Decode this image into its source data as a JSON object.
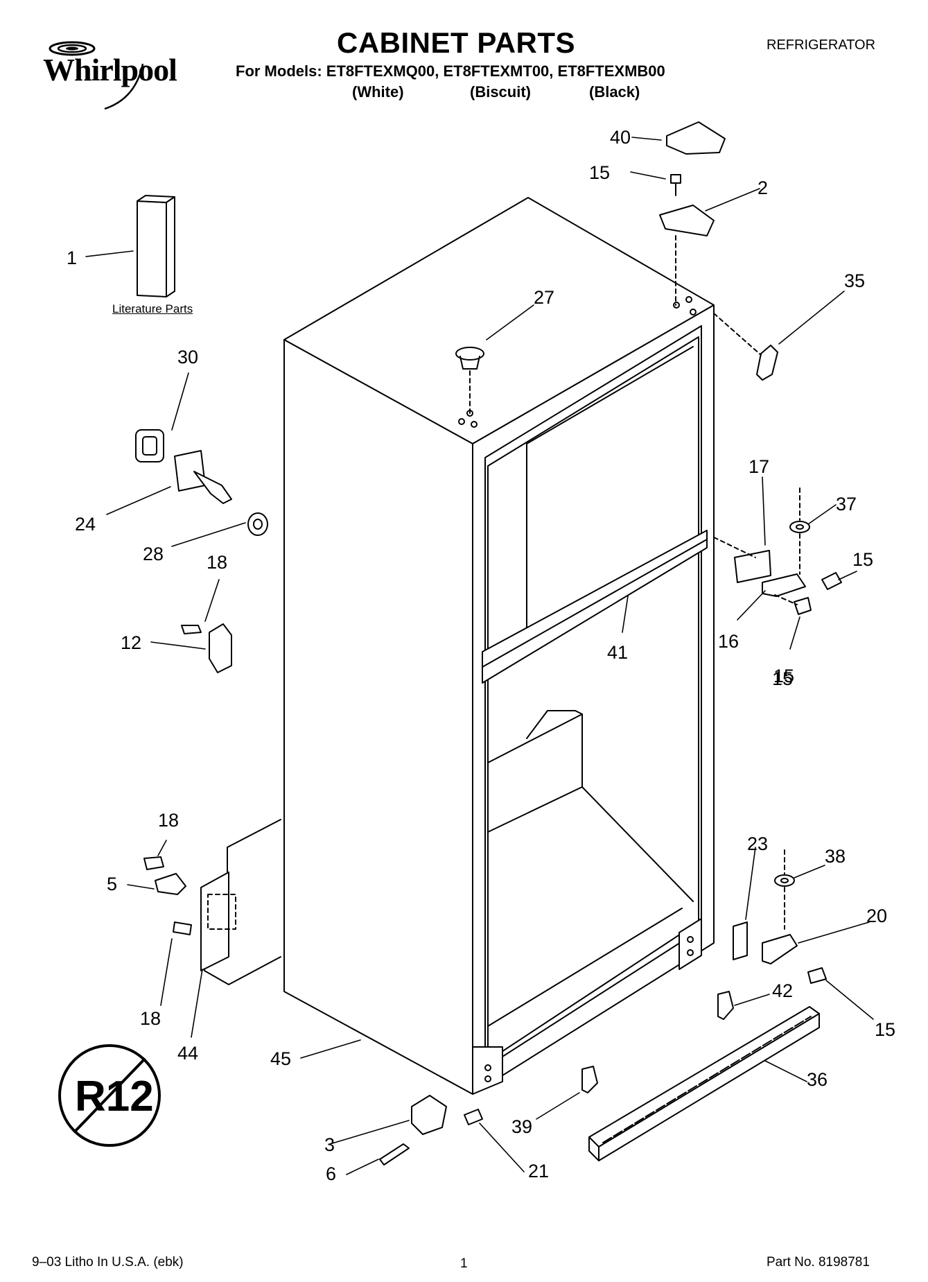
{
  "header": {
    "brand": "Whirlpool",
    "title": "CABINET PARTS",
    "category": "REFRIGERATOR",
    "models_line": "For Models: ET8FTEXMQ00, ET8FTEXMT00, ET8FTEXMB00",
    "colors": [
      "(White)",
      "(Biscuit)",
      "(Black)"
    ]
  },
  "literature_label": "Literature Parts",
  "callouts": [
    "40",
    "15",
    "2",
    "1",
    "35",
    "27",
    "30",
    "24",
    "28",
    "17",
    "37",
    "15",
    "18",
    "12",
    "41",
    "16",
    "15",
    "15",
    "18",
    "23",
    "38",
    "5",
    "20",
    "18",
    "44",
    "42",
    "15",
    "45",
    "36",
    "3",
    "39",
    "6",
    "21"
  ],
  "badge": {
    "text": "R12"
  },
  "footer": {
    "litho": "9–03 Litho In U.S.A. (ebk)",
    "page": "1",
    "part_no": "Part No. 8198781"
  }
}
